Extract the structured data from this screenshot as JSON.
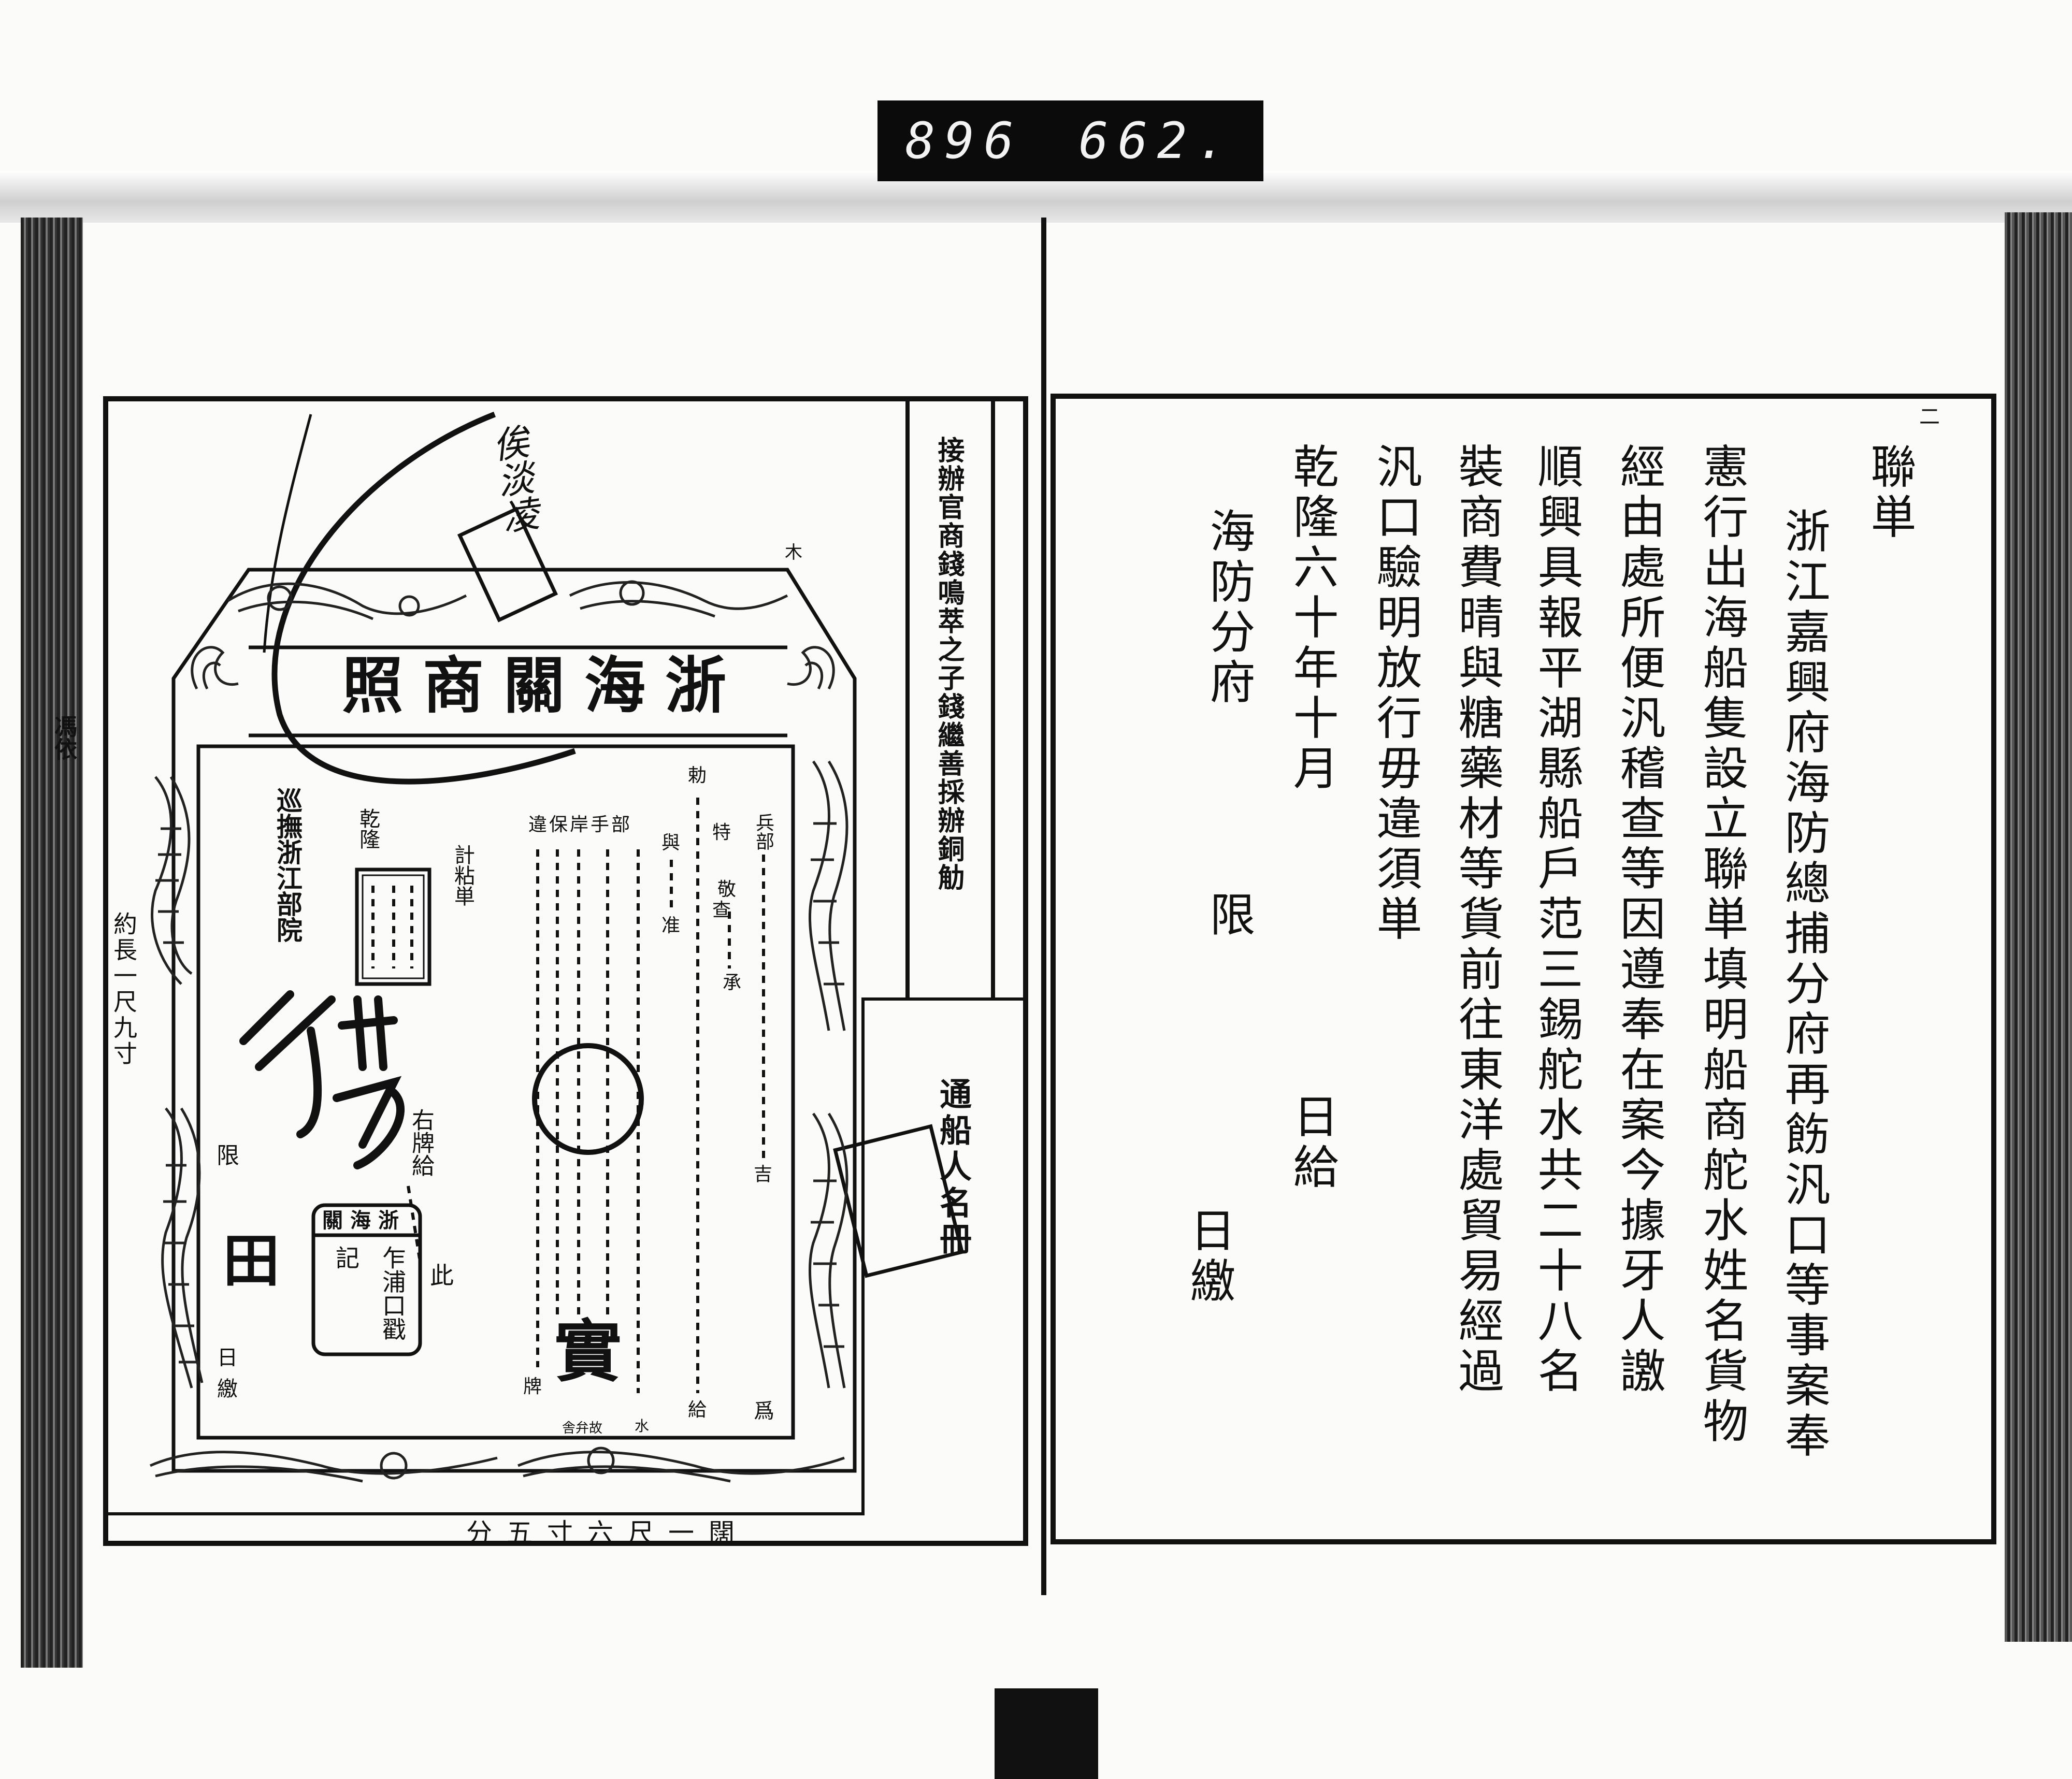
{
  "header": {
    "number_left": "896",
    "number_right": "662."
  },
  "left_page": {
    "margin_label": "馮依",
    "size_length": "約長一尺九寸",
    "size_width": "闊一尺六寸五分",
    "side_title": "接辦官商錢鳴萃之子錢繼善採辦銅觔",
    "crew_list": "通船人名冊",
    "corner_mark": "木",
    "handwritten_note": "俟淡凌",
    "permit": {
      "title": "浙海關商照",
      "issuer": "巡撫浙江部院",
      "era": "乾隆",
      "attached": "計粘単",
      "signature": "行",
      "right_label": "右牌給",
      "this": "此",
      "limit": "限",
      "field": "田",
      "return_day": "日",
      "return": "繳",
      "stamp_header": "浙海關",
      "stamp_col1": "乍浦口戳",
      "stamp_col2": "記",
      "dept": "兵部",
      "respect": "敬",
      "special": "特",
      "inspect": "查",
      "receive": "承",
      "lucky": "吉",
      "edict": "勅",
      "grant": "給",
      "with": "與",
      "approve": "准",
      "list_cols": [
        "部",
        "手",
        "岸",
        "保",
        "違"
      ],
      "plate": "牌",
      "water": "水",
      "bottom_small": "故弁舎",
      "for": "爲",
      "real": "實"
    }
  },
  "right_page": {
    "page_mark": "二",
    "columns": [
      "聯単",
      "浙江嘉興府海防總捕分府再飭汎口等事案奉",
      "憲行出海船隻設立聯単填明船商舵水姓名貨物",
      "經由處所便汎稽查等因遵奉在案今據牙人譤",
      "順興具報平湖縣船戶范三錫舵水共二十八名",
      "裝商費晴與糖藥材等貨前往東洋處貿易經過",
      "汎口驗明放行毋違須単",
      "乾隆六十年十月",
      "海防分府"
    ],
    "limit": "限",
    "day_give": "日給",
    "day_return": "日繳"
  }
}
